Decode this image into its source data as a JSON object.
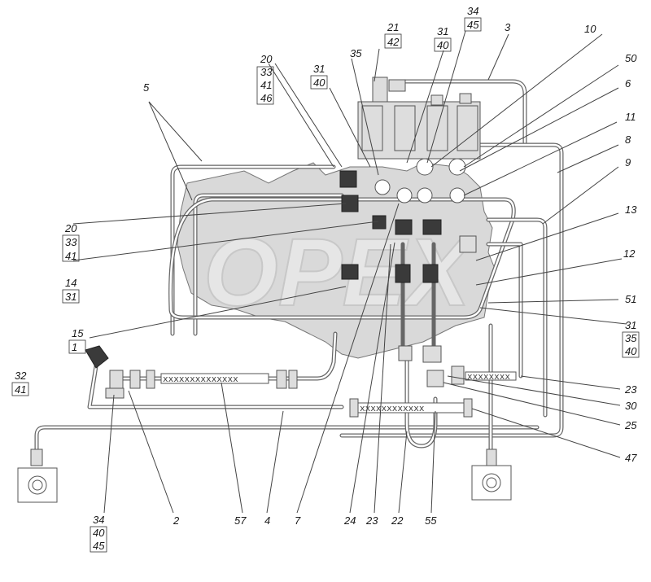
{
  "watermark": "OPEX",
  "hose_marks": {
    "h57": "xxxxxxxxxxxxxx",
    "h55": "xxxxxxxxxxxx",
    "h23": "xxxxxxxx"
  },
  "callouts": {
    "c5": "5",
    "c20_33_41_46": [
      "20",
      "33",
      "41",
      "46"
    ],
    "c31_40_a": [
      "31",
      "40"
    ],
    "c35": "35",
    "c21_42": [
      "21",
      "42"
    ],
    "c31_40_b": [
      "31",
      "40"
    ],
    "c34_45": [
      "34",
      "45"
    ],
    "c3": "3",
    "c10": "10",
    "c50": "50",
    "c6": "6",
    "c11": "11",
    "c8": "8",
    "c9": "9",
    "c13": "13",
    "c12": "12",
    "c51": "51",
    "c31_35_40": [
      "31",
      "35",
      "40"
    ],
    "c23_right": "23",
    "c30": "30",
    "c25": "25",
    "c47": "47",
    "c20_33_41": [
      "20",
      "33",
      "41"
    ],
    "c14_31": [
      "14",
      "31"
    ],
    "c15_1": [
      "15",
      "1"
    ],
    "c32_41": [
      "32",
      "41"
    ],
    "c34_40_45": [
      "34",
      "40",
      "45"
    ],
    "bottom": [
      "2",
      "57",
      "4",
      "7",
      "24",
      "23",
      "22",
      "55"
    ]
  }
}
